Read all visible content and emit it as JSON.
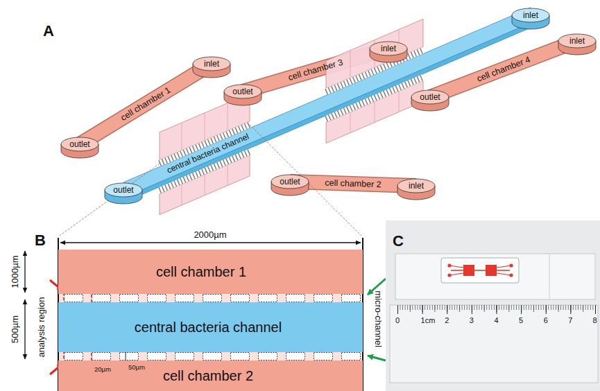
{
  "diagram": {
    "nodes": [
      {
        "text": [
          "inlet"
        ]
      },
      {
        "text": [
          "inlet"
        ]
      },
      {
        "text": [
          "inlet"
        ]
      },
      {
        "text": [
          "inlet"
        ]
      },
      {
        "text": [
          "outlet"
        ]
      },
      {
        "text": [
          "outlet"
        ]
      },
      {
        "text": [
          "outlet"
        ]
      },
      {
        "text": [
          "outlet"
        ]
      },
      {
        "text": [
          "inlet"
        ]
      },
      {
        "text": [
          "outlet"
        ]
      },
      {
        "text": [
          "cell chamber 1"
        ]
      },
      {
        "text": [
          "central bacteria channel"
        ]
      },
      {
        "text": [
          "cell chamber 2"
        ]
      }
    ],
    "labels": [
      "A",
      "cell chamber 3",
      "cell chamber 4",
      "cell chamber 1",
      "central bacteria channel",
      "cell chamber 2",
      "B",
      "2000µm",
      "1000µm",
      "500µm",
      "analysis region",
      "micro-channel",
      "20µm",
      "50µm",
      "C",
      "0",
      "1cm",
      "2",
      "3",
      "4",
      "5",
      "6",
      "7",
      "8"
    ]
  }
}
